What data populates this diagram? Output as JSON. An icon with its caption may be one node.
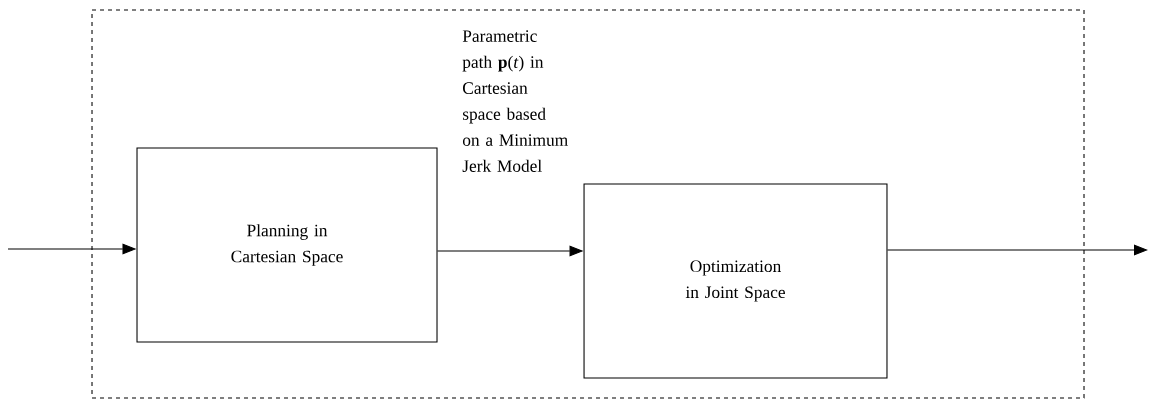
{
  "diagram": {
    "nodes": [
      {
        "text": [],
        "shape": "box"
      },
      {
        "text": [
          "Planning in Cartesian Space"
        ],
        "in": 0
      },
      {
        "text": [
          "Optimization in Joint Space"
        ],
        "in": 0
      }
    ],
    "edges": [
      {
        "from": null,
        "to": 1,
        "arrow": "to"
      },
      {
        "from": 1,
        "to": 2,
        "arrow": "to",
        "label": "Parametric path **p**(*t*) in Cartesian space based on a Minimum Jerk Model"
      },
      {
        "from": 2,
        "to": null,
        "arrow": "to"
      }
    ]
  }
}
